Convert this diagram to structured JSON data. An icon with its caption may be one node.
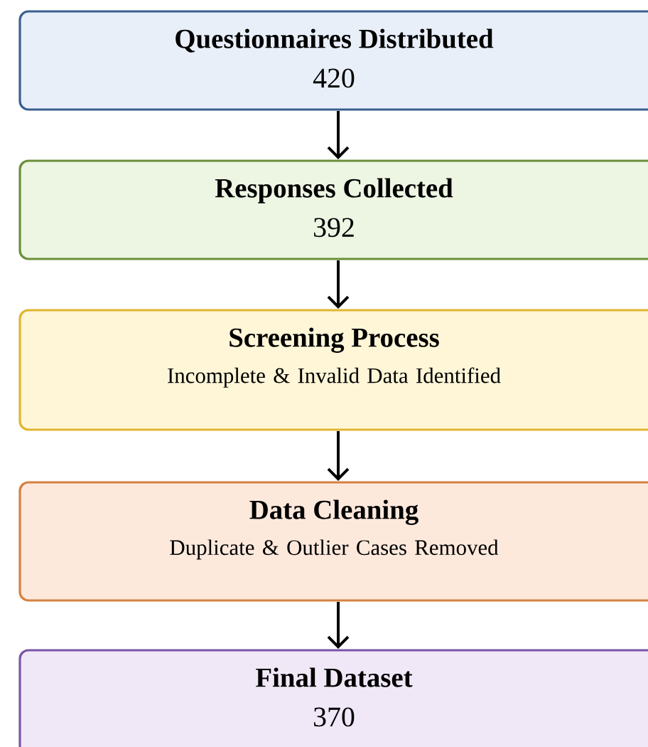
{
  "diagram": {
    "nodes": [
      {
        "text": [
          "Questionnaires Distributed",
          "420"
        ]
      },
      {
        "text": [
          "Responses Collected",
          "392"
        ]
      },
      {
        "text": [
          "Screening Process",
          "Incomplete & Invalid Data Identified"
        ]
      },
      {
        "text": [
          "Data Cleaning",
          "Duplicate & Outlier Cases Removed"
        ]
      },
      {
        "text": [
          "Final Dataset",
          "370"
        ]
      }
    ],
    "edges": [
      {
        "from": 0,
        "to": 1,
        "arrow": "to"
      },
      {
        "from": 1,
        "to": 2,
        "arrow": "to"
      },
      {
        "from": 2,
        "to": 3,
        "arrow": "to"
      },
      {
        "from": 3,
        "to": 4,
        "arrow": "to"
      }
    ]
  }
}
